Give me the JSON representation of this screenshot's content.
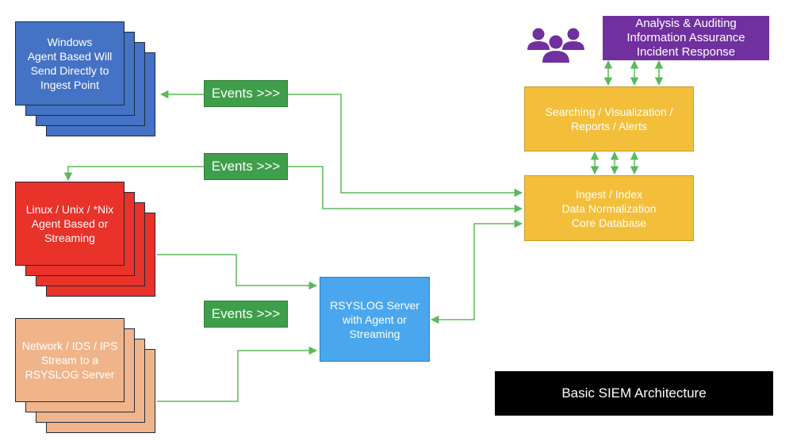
{
  "nodes": {
    "windows": "Windows\nAgent Based Will\nSend Directly to\nIngest Point",
    "linux": "Linux / Unix / *Nix\nAgent Based or\nStreaming",
    "network": "Network / IDS / IPS\nStream to a\nRSYSLOG Server",
    "events_1": "Events >>>",
    "events_2": "Events >>>",
    "events_3": "Events >>>",
    "rsyslog": "RSYSLOG Server\nwith Agent or\nStreaming",
    "ingest": "Ingest / Index\nData Normalization\nCore Database",
    "searching": "Searching / Visualization /\nReports / Alerts",
    "analysis": "Analysis & Auditing\nInformation Assurance\nIncident Response",
    "title": "Basic SIEM Architecture"
  },
  "colors": {
    "connector": "#5cb85c",
    "windows": "#4472c4",
    "linux": "#e8322a",
    "network": "#f0b48a",
    "events": "#3f9e4a",
    "rsyslog": "#4aa7ee",
    "core": "#f3bf3b",
    "analysis": "#7030a0",
    "users_icon": "#7030a0"
  },
  "icons": {
    "users": "users-group-icon"
  }
}
